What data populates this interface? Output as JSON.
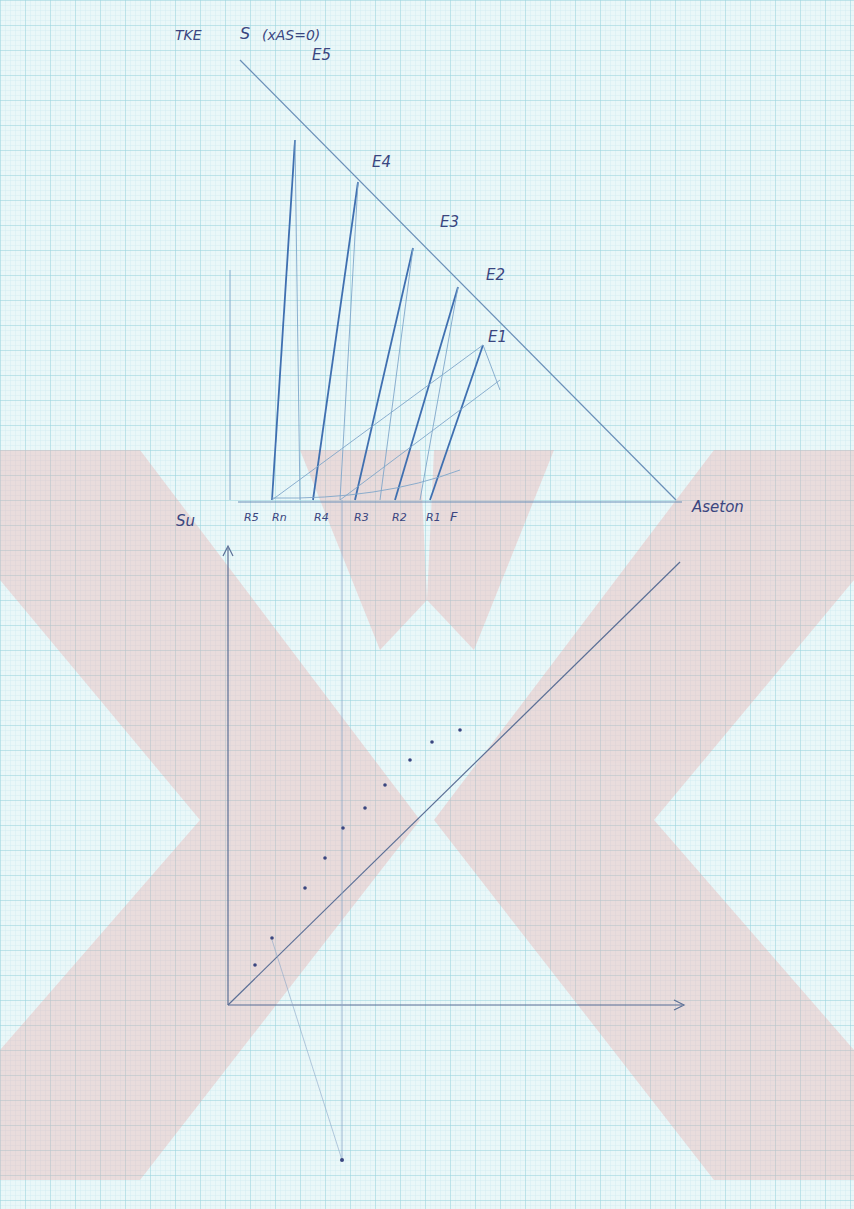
{
  "diagram": {
    "labels": [
      "TKE",
      "S",
      "(xAS=0)",
      "E5",
      "E4",
      "E3",
      "E2",
      "E1",
      "Su",
      "R5",
      "Rn",
      "R4",
      "R3",
      "R2",
      "R1",
      "F",
      "Aseton"
    ]
  }
}
